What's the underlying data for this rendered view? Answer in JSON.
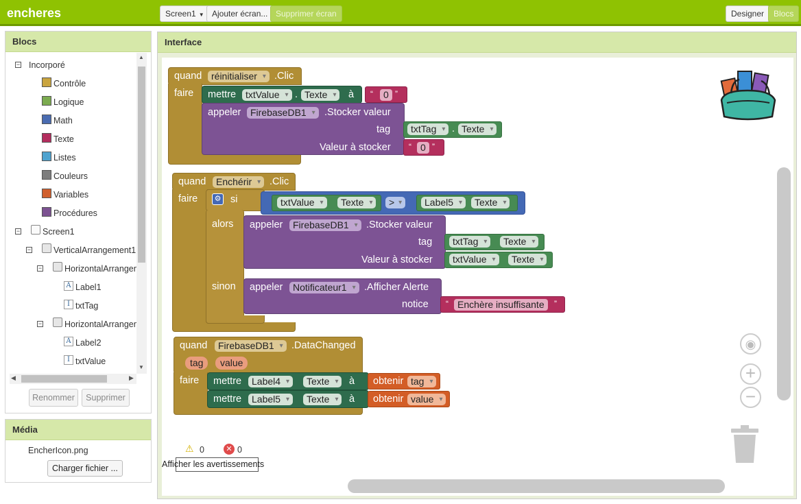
{
  "app": {
    "title": "encheres"
  },
  "toolbar": {
    "screen_selector": "Screen1",
    "add_screen": "Ajouter écran...",
    "remove_screen": "Supprimer écran",
    "designer": "Designer",
    "blocks": "Blocs"
  },
  "blocks_panel": {
    "title": "Blocs",
    "tree": {
      "builtin": "Incorporé",
      "builtin_items": [
        {
          "label": "Contrôle",
          "color": "#c9a43f"
        },
        {
          "label": "Logique",
          "color": "#7bab4f"
        },
        {
          "label": "Math",
          "color": "#4a6cb1"
        },
        {
          "label": "Texte",
          "color": "#b32d5e"
        },
        {
          "label": "Listes",
          "color": "#4fa3cf"
        },
        {
          "label": "Couleurs",
          "color": "#7d7d7d"
        },
        {
          "label": "Variables",
          "color": "#d05f2d"
        },
        {
          "label": "Procédures",
          "color": "#7c5291"
        }
      ],
      "components": {
        "screen": "Screen1",
        "vertical": "VerticalArrangement1",
        "horizontal1": "HorizontalArrangen",
        "label1": "Label1",
        "txttag": "txtTag",
        "horizontal2": "HorizontalArrangen",
        "label2": "Label2",
        "txtvalue": "txtValue"
      }
    },
    "rename_button": "Renommer",
    "delete_button": "Supprimer"
  },
  "media_panel": {
    "title": "Média",
    "file": "EncherIcon.png",
    "upload_button": "Charger fichier ..."
  },
  "workspace": {
    "title": "Interface",
    "warnings": {
      "warning_count": "0",
      "error_count": "0",
      "toggle_label": "Afficher les avertissements"
    }
  },
  "code": {
    "b1": {
      "quand": "quand",
      "component": "réinitialiser",
      "event": ".Clic",
      "faire": "faire",
      "mettre": "mettre",
      "set_comp": "txtValue",
      "dot": ".",
      "set_prop": "Texte",
      "a": "à",
      "zero1": "0",
      "appeler": "appeler",
      "call_comp": "FirebaseDB1",
      "call_method": ".Stocker valeur",
      "tag_label": "tag",
      "tag_comp": "txtTag",
      "tag_prop": "Texte",
      "value_label": "Valeur à stocker",
      "zero2": "0"
    },
    "b2": {
      "quand": "quand",
      "component": "Enchérir",
      "event": ".Clic",
      "faire": "faire",
      "si": "si",
      "cmp_left_comp": "txtValue",
      "cmp_left_prop": "Texte",
      "op": ">",
      "cmp_right_comp": "Label5",
      "cmp_right_prop": "Texte",
      "alors": "alors",
      "appeler": "appeler",
      "call_comp": "FirebaseDB1",
      "call_method": ".Stocker valeur",
      "tag_label": "tag",
      "tag_comp": "txtTag",
      "tag_prop": "Texte",
      "value_label": "Valeur à stocker",
      "val_comp": "txtValue",
      "val_prop": "Texte",
      "sinon": "sinon",
      "appeler2": "appeler",
      "notif_comp": "Notificateur1",
      "notif_method": ".Afficher Alerte",
      "notice_label": "notice",
      "notice_text": "Enchère insuffisante"
    },
    "b3": {
      "quand": "quand",
      "component": "FirebaseDB1",
      "event": ".DataChanged",
      "param1": "tag",
      "param2": "value",
      "faire": "faire",
      "mettre1": "mettre",
      "set1_comp": "Label4",
      "set1_prop": "Texte",
      "a1": "à",
      "get1": "obtenir",
      "get1_var": "tag",
      "mettre2": "mettre",
      "set2_comp": "Label5",
      "set2_prop": "Texte",
      "a2": "à",
      "get2": "obtenir",
      "get2_var": "value"
    }
  }
}
